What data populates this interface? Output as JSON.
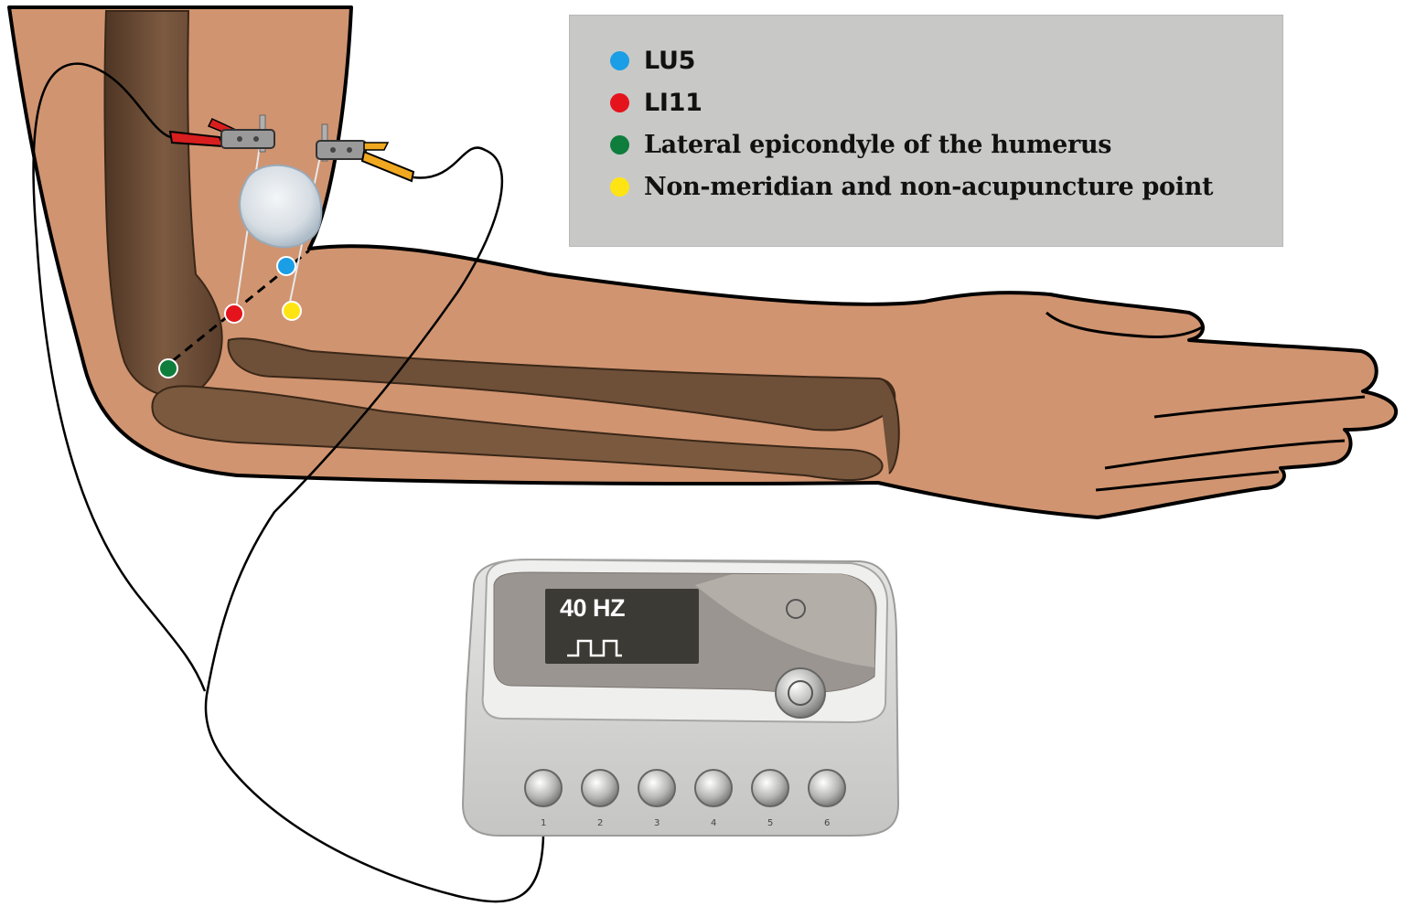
{
  "legend": {
    "items": [
      {
        "label": "LU5",
        "color": "#1a9ee6"
      },
      {
        "label": "LI11",
        "color": "#e5141c"
      },
      {
        "label": "Lateral epicondyle of the humerus",
        "color": "#0f7d3c"
      },
      {
        "label": "Non-meridian and non-acupuncture point",
        "color": "#ffe414"
      }
    ]
  },
  "device": {
    "frequency": "40 HZ",
    "waveform": "square-wave-icon",
    "channels": [
      "1",
      "2",
      "3",
      "4",
      "5",
      "6"
    ]
  },
  "colors": {
    "skin": "#d09470",
    "bone": "#6a4a33",
    "clip_red": "#d81e1e",
    "clip_yellow": "#f0a820",
    "panel": "#c8c9c7"
  }
}
